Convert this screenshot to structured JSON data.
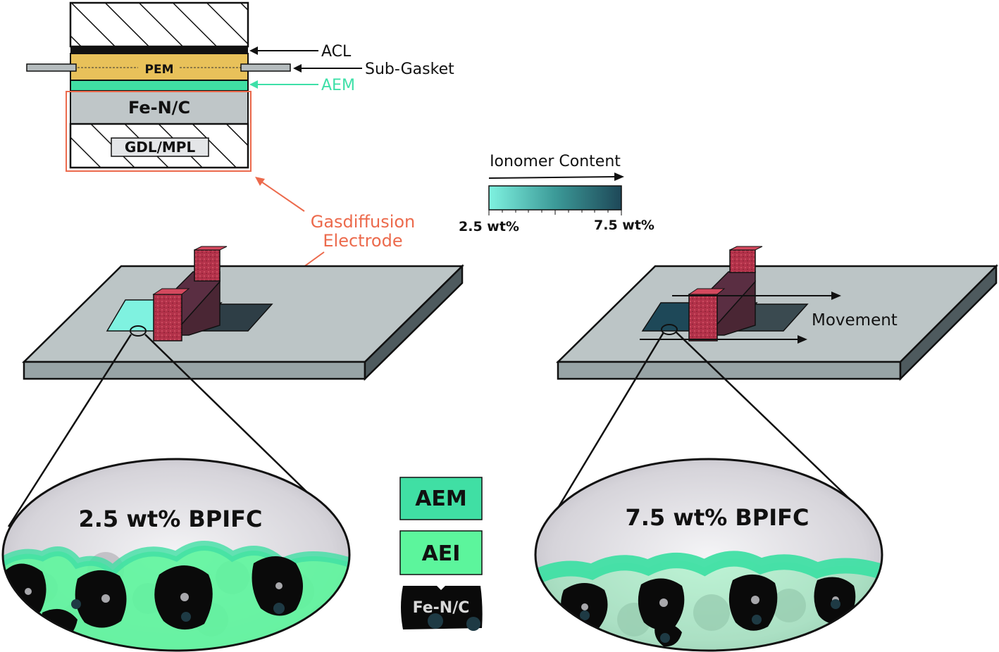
{
  "stack": {
    "pem": "PEM",
    "fenc": "Fe-N/C",
    "gdl": "GDL/MPL"
  },
  "callouts": {
    "acl": "ACL",
    "subgasket": "Sub-Gasket",
    "aem": "AEM",
    "gde_line1": "Gasdiffusion",
    "gde_line2": "Electrode"
  },
  "colorbar": {
    "title": "Ionomer Content",
    "min_label": "2.5 wt%",
    "max_label": "7.5 wt%",
    "color_low": "#7ff2e0",
    "color_high": "#1e4858"
  },
  "coater": {
    "movement": "Movement"
  },
  "zoom": {
    "left_title": "2.5 wt% BPIFC",
    "right_title": "7.5 wt% BPIFC"
  },
  "legend": {
    "aem": "AEM",
    "aei": "AEI",
    "fenc": "Fe-N/C"
  },
  "colors": {
    "cathode_highlight": "#ec6a4c",
    "aem_text": "#3ee0a8",
    "aem_fill": "#40dfa4",
    "aei_fill": "#5cf59c",
    "membrane": "#e8c15a",
    "gray": "#bfc6c8",
    "roller": "#b3324a"
  }
}
